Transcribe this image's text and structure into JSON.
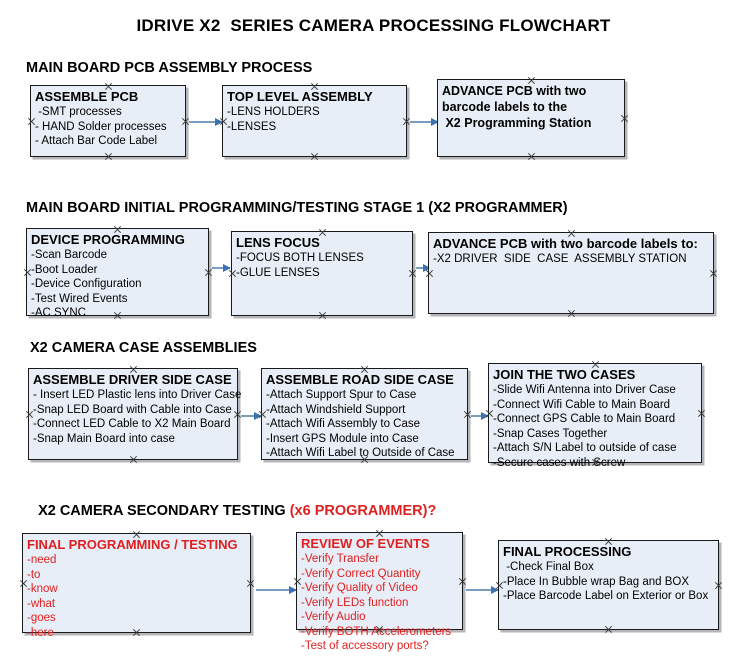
{
  "title": "IDRIVE X2  SERIES CAMERA PROCESSING FLOWCHART",
  "sections": [
    {
      "heading": "MAIN BOARD PCB ASSEMBLY PROCESS",
      "heading_suffix": "",
      "boxes": [
        {
          "title": "ASSEMBLE PCB",
          "lines": [
            " -SMT processes",
            "- HAND Solder processes",
            "- Attach Bar Code Label"
          ],
          "bold_lines": false,
          "red": false
        },
        {
          "title": "TOP LEVEL ASSEMBLY",
          "lines": [
            "-LENS HOLDERS",
            "-LENSES"
          ],
          "bold_lines": false,
          "red": false
        },
        {
          "title": "ADVANCE PCB with two",
          "lines": [
            "barcode labels to the",
            " X2 Programming Station"
          ],
          "bold_lines": true,
          "red": false
        }
      ]
    },
    {
      "heading": "MAIN BOARD INITIAL PROGRAMMING/TESTING STAGE 1 (X2 PROGRAMMER)",
      "heading_suffix": "",
      "boxes": [
        {
          "title": "DEVICE PROGRAMMING",
          "lines": [
            "-Scan Barcode",
            "-Boot Loader",
            "-Device Configuration",
            "-Test Wired Events",
            "-AC SYNC"
          ],
          "bold_lines": false,
          "red": false
        },
        {
          "title": "LENS FOCUS",
          "lines": [
            "-FOCUS BOTH LENSES",
            "-GLUE LENSES"
          ],
          "bold_lines": false,
          "red": false
        },
        {
          "title": "ADVANCE PCB with two barcode labels to:",
          "lines": [
            "-X2 DRIVER  SIDE  CASE  ASSEMBLY STATION"
          ],
          "bold_lines": false,
          "red": false
        }
      ]
    },
    {
      "heading": "X2 CAMERA CASE ASSEMBLIES",
      "heading_suffix": "",
      "boxes": [
        {
          "title": "ASSEMBLE DRIVER SIDE CASE",
          "lines": [
            "- Insert LED Plastic lens into Driver Case",
            "-Snap LED Board with Cable into Case",
            "-Connect LED Cable to X2 Main Board",
            "-Snap Main Board into case"
          ],
          "bold_lines": false,
          "red": false
        },
        {
          "title": "ASSEMBLE ROAD SIDE CASE",
          "lines": [
            "-Attach Support Spur to Case",
            "-Attach Windshield Support",
            "-Attach Wifi Assembly to Case",
            "-Insert GPS Module into Case",
            "-Attach Wifi Label to Outside of Case"
          ],
          "bold_lines": false,
          "red": false
        },
        {
          "title": "JOIN THE TWO CASES",
          "lines": [
            "-Slide Wifi Antenna into Driver Case",
            "-Connect Wifi Cable to Main Board",
            "-Connect GPS Cable to Main Board",
            "-Snap Cases Together",
            "-Attach S/N Label to outside of case",
            "-Secure cases with Screw"
          ],
          "bold_lines": false,
          "red": false
        }
      ]
    },
    {
      "heading": "X2 CAMERA SECONDARY TESTING ",
      "heading_suffix": "(x6 PROGRAMMER)?",
      "boxes": [
        {
          "title": "FINAL PROGRAMMING / TESTING",
          "lines": [
            "-need",
            "-to",
            "-know",
            "-what",
            "-goes",
            "-here"
          ],
          "bold_lines": false,
          "red": true
        },
        {
          "title": "REVIEW OF EVENTS",
          "lines": [
            "-Verify Transfer",
            "-Verify Correct Quantity",
            "-Verify Quality of Video",
            "-Verify LEDs function",
            "-Verify Audio",
            "-Verify BOTH Accelerometers",
            "-Test of accessory ports?"
          ],
          "bold_lines": false,
          "red": true
        },
        {
          "title": "FINAL PROCESSING",
          "lines": [
            " -Check Final Box",
            "-Place In Bubble wrap Bag and BOX",
            "-Place Barcode Label on Exterior or Box"
          ],
          "bold_lines": false,
          "red": false
        }
      ]
    }
  ],
  "colors": {
    "box_fill": "#e8eef7",
    "box_border": "#1a1a1a",
    "arrow": "#7a9ec2",
    "arrow_head": "#3c72b0",
    "red_accent": "#e02020",
    "text": "#000000"
  }
}
